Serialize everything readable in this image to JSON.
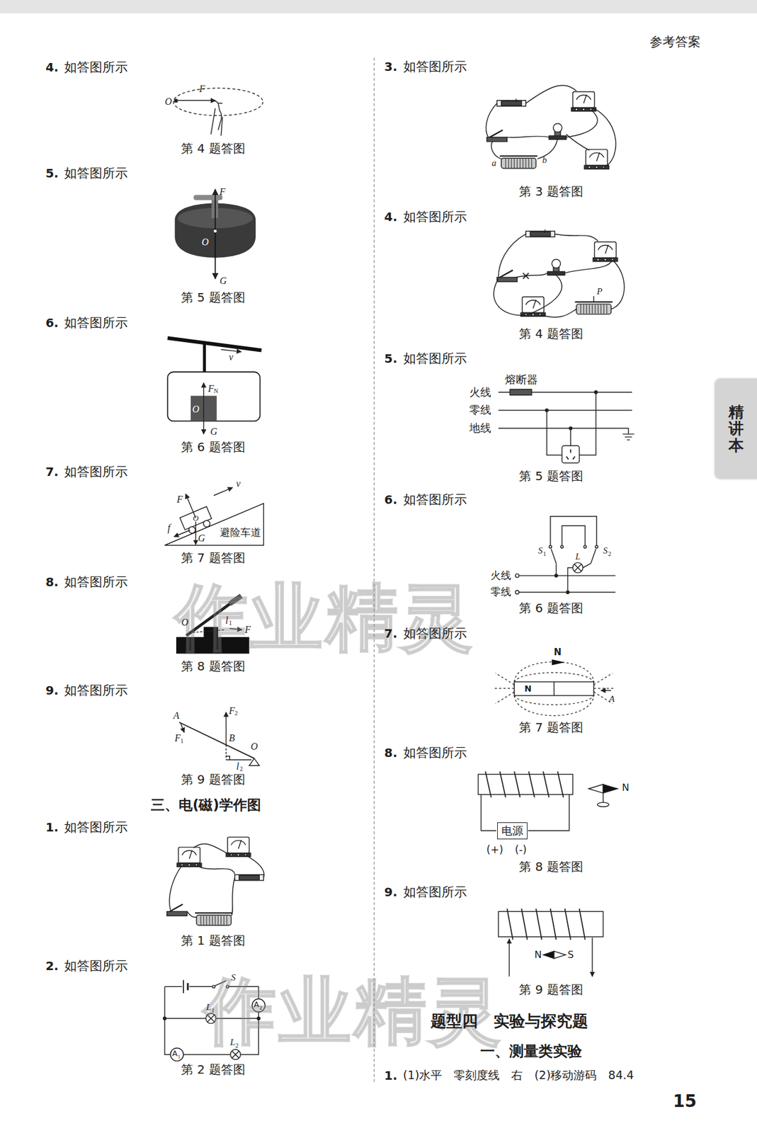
{
  "diagram": {
    "nodes": [
      {
        "text": [
          "精讲本"
        ]
      },
      {
        "text": [
          "电源"
        ]
      }
    ],
    "labels": [
      "参考答案",
      "4.",
      "如答图所示",
      "O",
      "F",
      "第 4 题答图",
      "5.",
      "如答图所示",
      "F",
      "O",
      "G",
      "第 5 题答图",
      "6.",
      "如答图所示",
      "v",
      "F",
      "N",
      "O",
      "G",
      "第 6 题答图",
      "7.",
      "如答图所示",
      "F",
      "v",
      "O",
      "f",
      "避险车道",
      "G",
      "第 7 题答图",
      "8.",
      "如答图所示",
      "O",
      "l",
      "1",
      "F",
      "第 8 题答图",
      "9.",
      "如答图所示",
      "A",
      "F",
      "2",
      "F",
      "1",
      "B",
      "O",
      "l",
      "2",
      "第 9 题答图",
      "三、电(磁)学作图",
      "1.",
      "如答图所示",
      "第 1 题答图",
      "2.",
      "如答图所示",
      "S",
      "L",
      "1",
      "A",
      "2",
      "A",
      "1",
      "L",
      "2",
      "第 2 题答图",
      "3.",
      "如答图所示",
      "a",
      "b",
      "第 3 题答图",
      "4.",
      "如答图所示",
      "P",
      "第 4 题答图",
      "5.",
      "如答图所示",
      "熔断器",
      "火线",
      "零线",
      "地线",
      "第 5 题答图",
      "6.",
      "如答图所示",
      "S",
      "1",
      "L",
      "S",
      "2",
      "火线",
      "零线",
      "第 6 题答图",
      "7.",
      "如答图所示",
      "N",
      "N",
      "A",
      "第 7 题答图",
      "8.",
      "如答图所示",
      "N",
      "(+)",
      "(-)",
      "第 8 题答图",
      "9.",
      "如答图所示",
      "N",
      "S",
      "第 9 题答图",
      "题型四　实验与探究题",
      "一、测量类实验",
      "1.",
      "(1)水平　零刻度线　右　(2)移动游码　84.4",
      "15",
      "作业精灵",
      "作业精灵"
    ]
  }
}
